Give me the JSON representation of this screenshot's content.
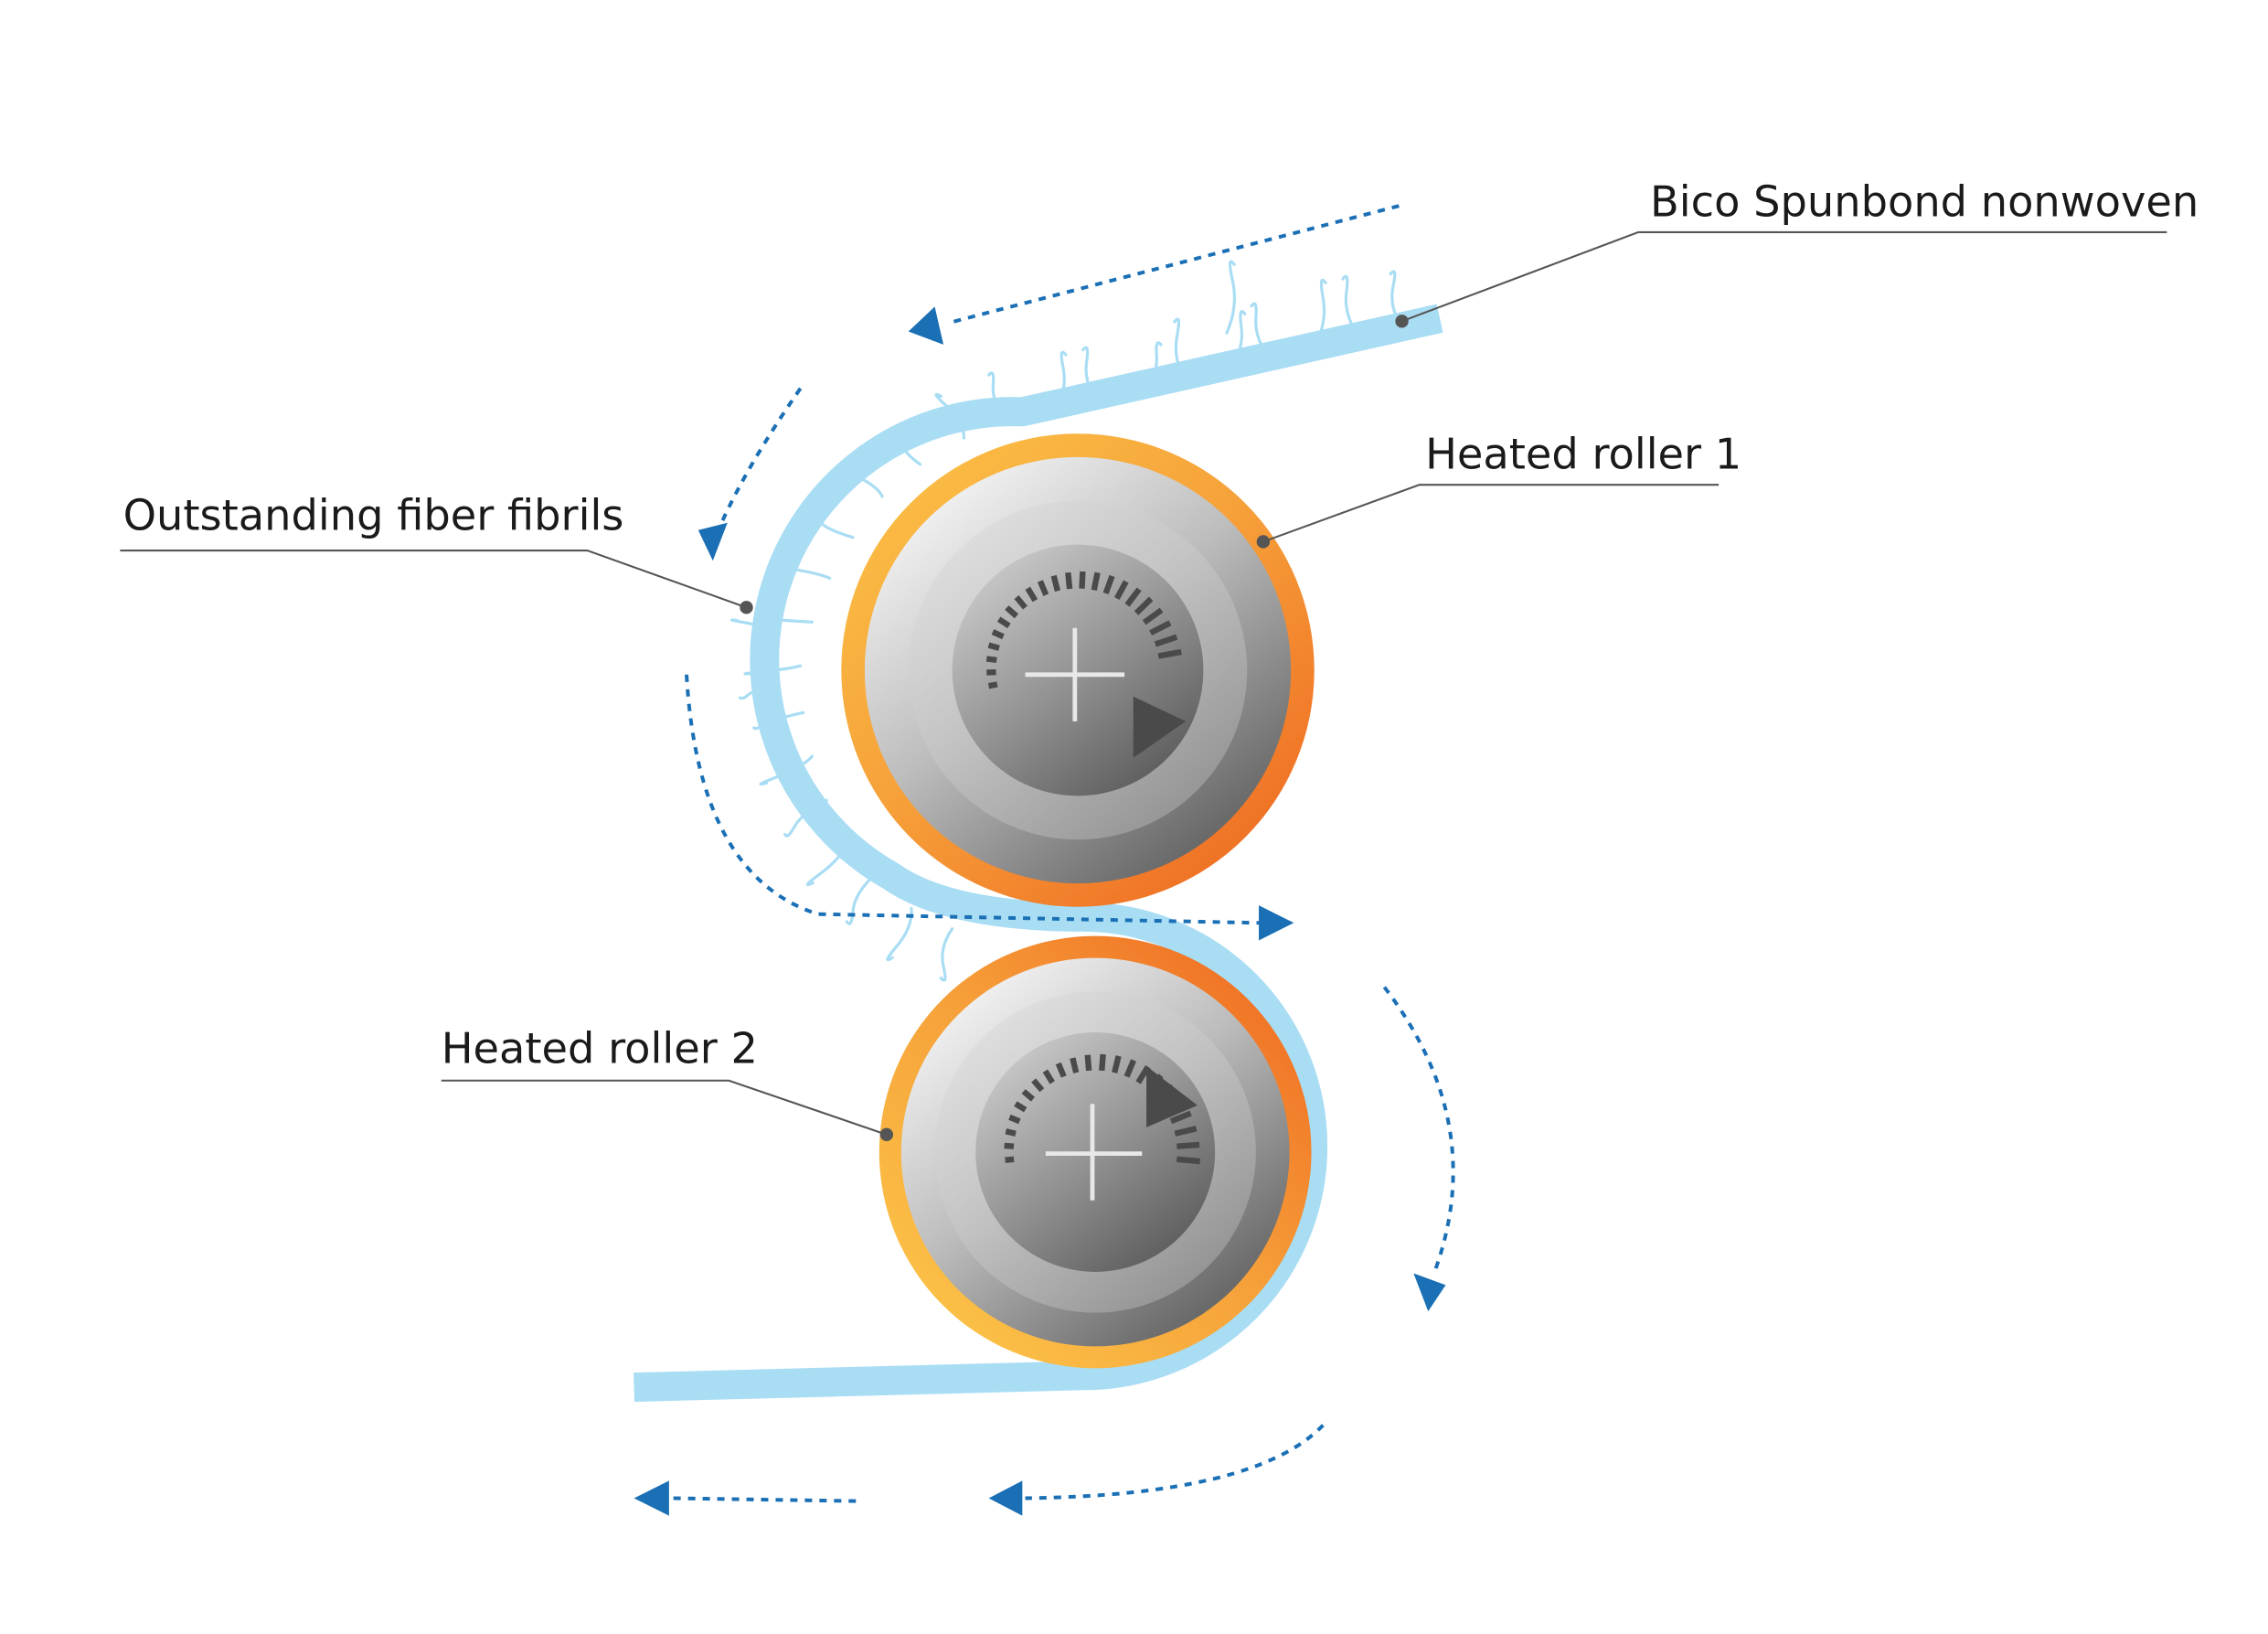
{
  "labels": {
    "nonwoven": "Bico Spunbond nonwoven",
    "roller1": "Heated roller 1",
    "fibrils": "Outstanding fiber fibrils",
    "roller2": "Heated roller 2"
  },
  "colors": {
    "web": "#a9ddf4",
    "fibril": "#a9ddf4",
    "arrow": "#1a6fb5",
    "leader": "#555555",
    "ring_light": "#fcc548",
    "ring_dark": "#ef6a22",
    "roller_light": "#f6f6f6",
    "roller_dark": "#5e5e5e",
    "hub": "#8a8a8a",
    "indicator": "#4a4a4a",
    "cross": "#e8e8e8"
  },
  "icons": {
    "roller": "heated-roller",
    "direction": "dashed-arrow",
    "rotation": "rotation-indicator",
    "axis": "axis-cross"
  }
}
